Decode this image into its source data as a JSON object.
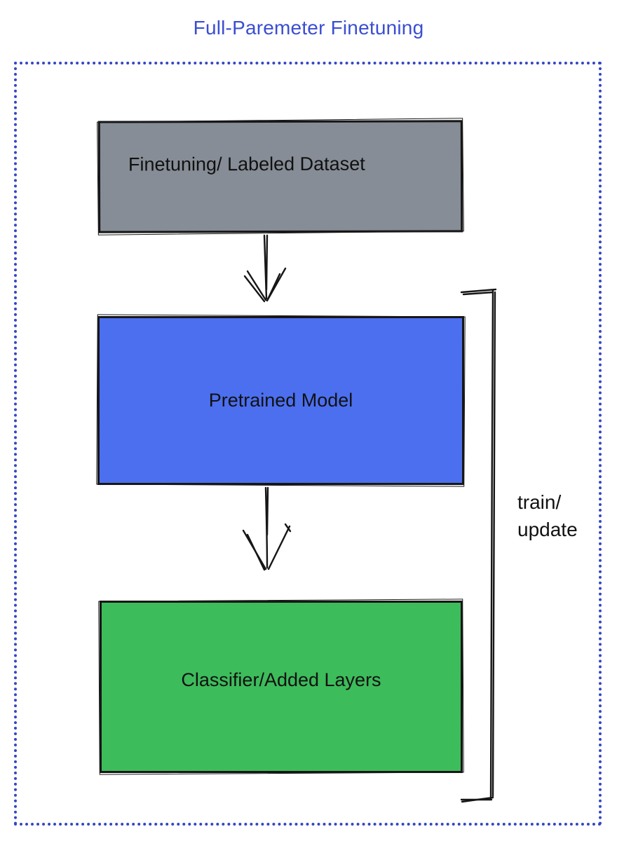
{
  "title": "Full-Paremeter Finetuning",
  "boxes": {
    "dataset": {
      "label": "Finetuning/ Labeled Dataset",
      "fill": "#868D96"
    },
    "pretrained": {
      "label": "Pretrained Model",
      "fill": "#4C6FEF"
    },
    "classifier": {
      "label": "Classifier/Added Layers",
      "fill": "#3DBC5B"
    }
  },
  "annotations": {
    "train_update": "train/\nupdate"
  },
  "connectors": {
    "arrow_1": "dataset to pretrained model",
    "arrow_2": "pretrained model to classifier/added layers",
    "bracket": "train/update loop spanning pretrained model and classifier"
  },
  "colors": {
    "title_text": "#3B4ED1",
    "boundary_dots": "#3546C4",
    "sketch_stroke": "#161616",
    "box_text": "#111111",
    "background": "#FFFFFF"
  }
}
